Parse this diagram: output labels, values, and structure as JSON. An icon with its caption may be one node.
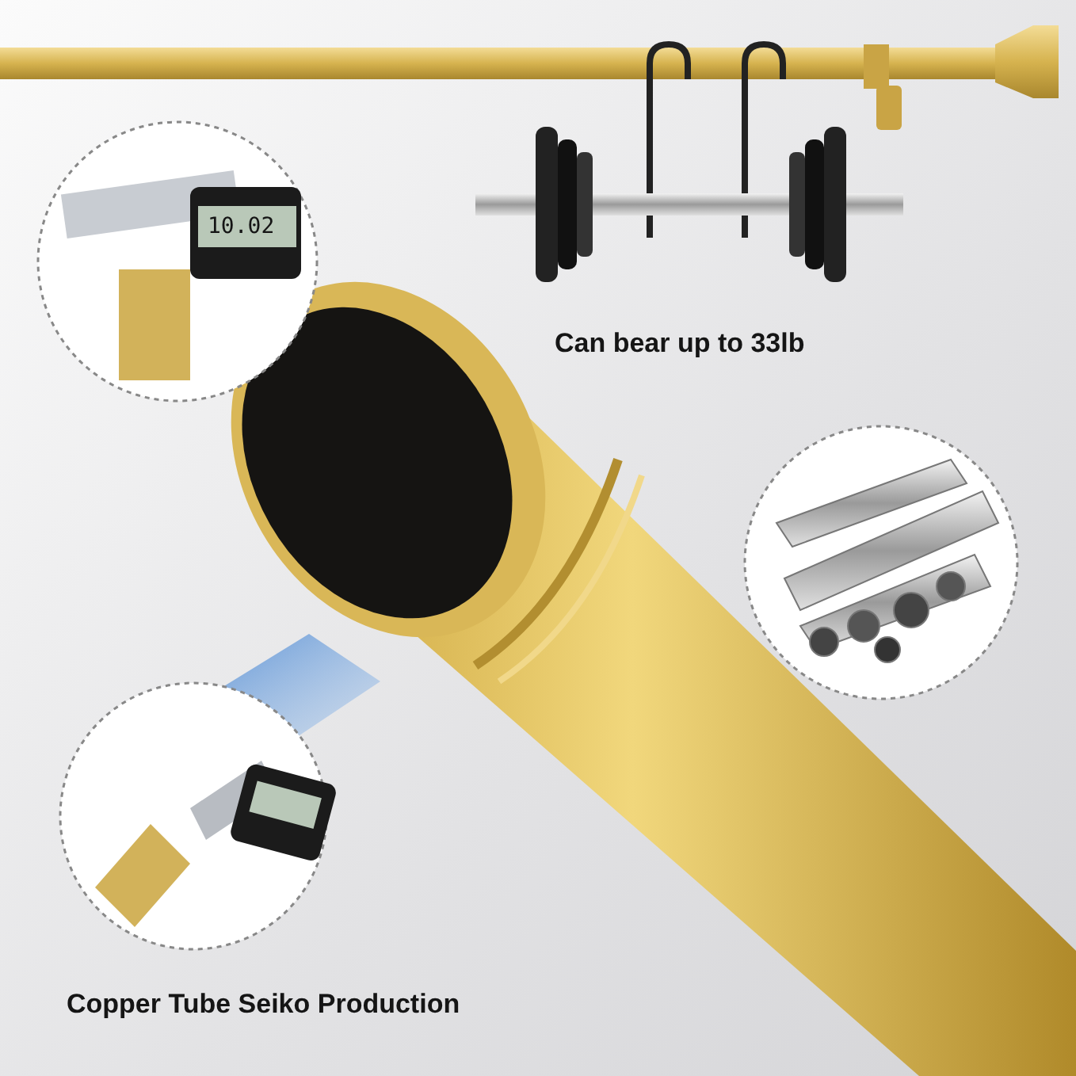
{
  "diagram": {
    "labels": [
      "10.02",
      "Can bear up to 33lb",
      "Copper Tube Seiko Production"
    ]
  }
}
